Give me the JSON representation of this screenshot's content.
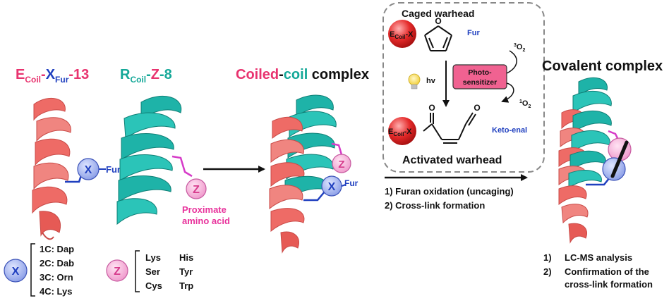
{
  "colors": {
    "pink": "#e8336f",
    "teal": "#14a898",
    "blue": "#1f3fbf",
    "magenta": "#d63bc8",
    "helix_red": "#ee6b66",
    "helix_teal": "#1eb3a8",
    "text": "#111111",
    "badge_x": "#aab8f0",
    "badge_z": "#f7b8de",
    "red_ball": "#e02020",
    "photo_box": "#f06291"
  },
  "left": {
    "ecoil_title": {
      "E": "E",
      "coil": "Coil",
      "dash": "-",
      "X": "X",
      "fur": "Fur",
      "num": "-13"
    },
    "rcoil_title": {
      "R": "R",
      "coil": "Coil",
      "dash": "-",
      "Z": "Z",
      "num": "-8"
    },
    "x_label": "X",
    "x_fur": "Fur",
    "z_label": "Z",
    "proximate": [
      "Proximate",
      "amino acid"
    ],
    "x_options": [
      "1C: Dap",
      "2C: Dab",
      "3C: Orn",
      "4C: Lys"
    ],
    "z_options_col1": [
      "Lys",
      "Ser",
      "Cys"
    ],
    "z_options_col2": [
      "His",
      "Tyr",
      "Trp"
    ]
  },
  "middle": {
    "title_coiled": "Coiled",
    "title_dash": "-",
    "title_coil": "coil",
    "title_rest": " complex",
    "z_label": "Z",
    "x_label": "X",
    "x_fur": "Fur"
  },
  "reaction_box": {
    "caged_title": "Caged warhead",
    "ecoil_x": {
      "E": "E",
      "coil": "Coil",
      "X": "-X"
    },
    "ring_O": "O",
    "fur": "Fur",
    "hv": "hv",
    "photo_sensitizer": [
      "Photo-",
      "sensitizer"
    ],
    "triplet_O2": {
      "sup": "3",
      "text": "O",
      "sub": "2"
    },
    "singlet_O2": {
      "sup": "1",
      "text": "O",
      "sub": "2"
    },
    "keto_O1": "O",
    "keto_O2": "O",
    "keto_enal": "Keto-enal",
    "activated_title": "Activated warhead"
  },
  "steps": [
    "1) Furan oxidation (uncaging)",
    "2) Cross-link formation"
  ],
  "right": {
    "title": "Covalent complex",
    "analysis": [
      "1)",
      "LC-MS analysis",
      "2)",
      "Confirmation of the",
      "cross-link formation"
    ]
  }
}
